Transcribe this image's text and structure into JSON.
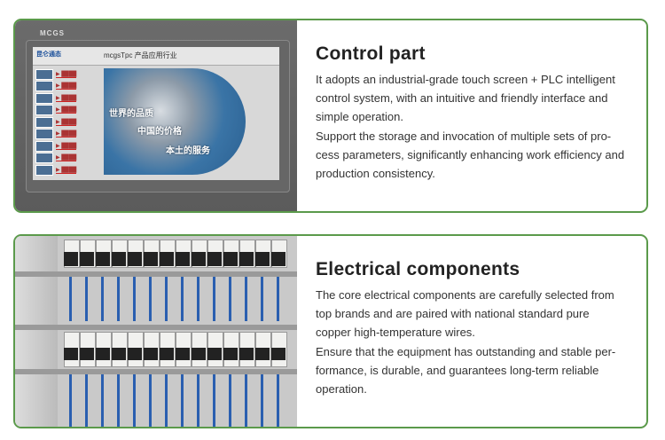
{
  "sections": [
    {
      "title": "Control part",
      "lines": [
        "It adopts an industrial-grade touch screen + PLC intelligent",
        "control system, with an intuitive and friendly interface and",
        "simple operation.",
        "Support the storage and invocation of multiple sets of pro-",
        "cess parameters, significantly enhancing work efficiency and",
        "production consistency."
      ],
      "image": {
        "brand": "MCGS",
        "screen_title": "mcgsTpc 产品应用行业",
        "logo": "昆仑通态",
        "slogans": [
          "世界的品质",
          "中国的价格",
          "本土的服务"
        ]
      }
    },
    {
      "title": "Electrical components",
      "lines": [
        "The core electrical components are carefully selected from",
        "top brands and are paired with national standard pure",
        "copper high-temperature wires.",
        "Ensure that the equipment has outstanding and stable per-",
        "formance, is durable, and guarantees long-term reliable",
        "operation."
      ]
    }
  ],
  "colors": {
    "border": "#5b9a4b",
    "title": "#222222",
    "body": "#333333"
  }
}
